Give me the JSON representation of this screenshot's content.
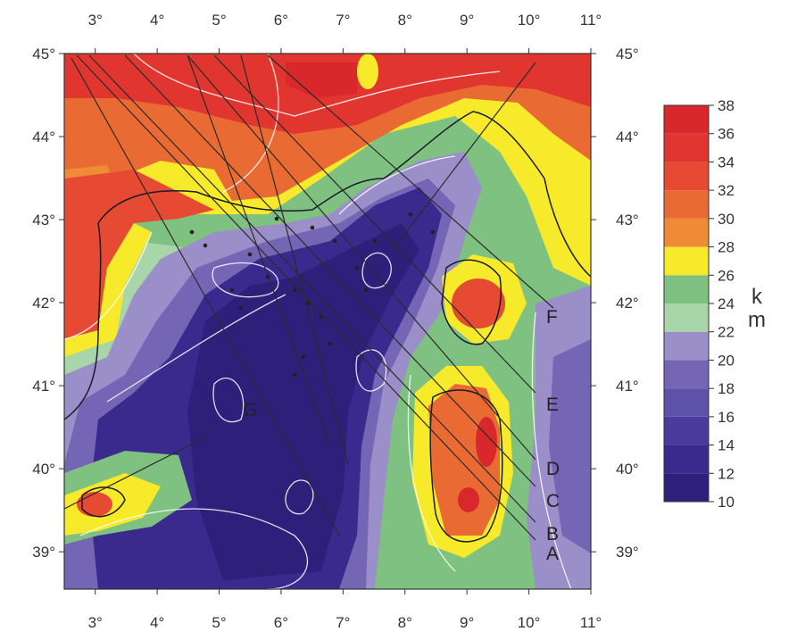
{
  "map": {
    "lon_labels": [
      "3°",
      "4°",
      "5°",
      "6°",
      "7°",
      "8°",
      "9°",
      "10°",
      "11°"
    ],
    "lat_labels": [
      "45°",
      "44°",
      "43°",
      "42°",
      "41°",
      "40°",
      "39°"
    ],
    "extent": {
      "lon_min": 2.5,
      "lon_max": 11.0,
      "lat_min": 38.55,
      "lat_max": 45.0
    },
    "profile_labels": [
      "A",
      "B",
      "C",
      "D",
      "E",
      "F",
      "G"
    ]
  },
  "colorbar": {
    "ticks": [
      "38",
      "36",
      "34",
      "32",
      "30",
      "28",
      "26",
      "24",
      "22",
      "20",
      "18",
      "16",
      "14",
      "12",
      "10"
    ],
    "unit": "k m",
    "levels": [
      {
        "from": 10,
        "to": 12,
        "color": "#2e1f7a"
      },
      {
        "from": 12,
        "to": 14,
        "color": "#3a2a8e"
      },
      {
        "from": 14,
        "to": 16,
        "color": "#4a3b9c"
      },
      {
        "from": 16,
        "to": 18,
        "color": "#5e51a9"
      },
      {
        "from": 18,
        "to": 20,
        "color": "#7466b4"
      },
      {
        "from": 20,
        "to": 22,
        "color": "#9a8fc8"
      },
      {
        "from": 22,
        "to": 24,
        "color": "#a9d6a8"
      },
      {
        "from": 24,
        "to": 26,
        "color": "#7fc181"
      },
      {
        "from": 26,
        "to": 28,
        "color": "#f6ea2a"
      },
      {
        "from": 28,
        "to": 30,
        "color": "#ef8a36"
      },
      {
        "from": 30,
        "to": 32,
        "color": "#ea6a34"
      },
      {
        "from": 32,
        "to": 34,
        "color": "#e64a33"
      },
      {
        "from": 34,
        "to": 36,
        "color": "#e0362f"
      },
      {
        "from": 36,
        "to": 38,
        "color": "#d9282c"
      }
    ]
  }
}
